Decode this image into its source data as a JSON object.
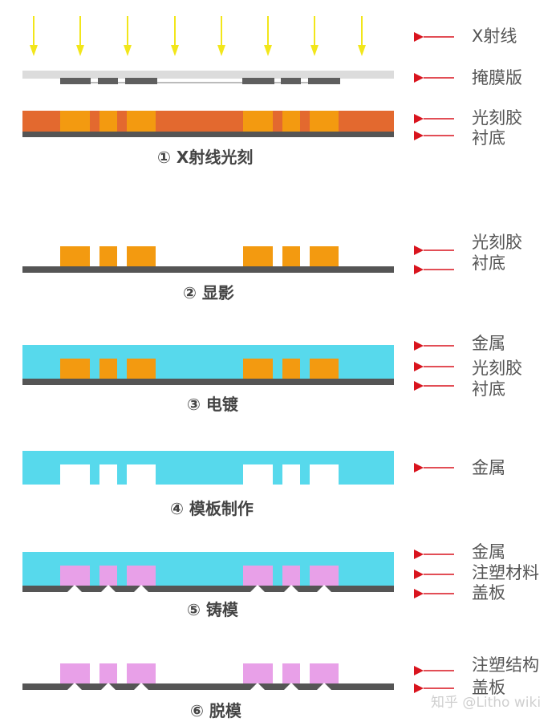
{
  "colors": {
    "metal": "#57d9ec",
    "photoresist": "#f39a10",
    "photoresist_layer": "#e3692f",
    "substrate": "#555555",
    "mask": "#dcdcdc",
    "mask_absorber": "#5f5f5f",
    "molding": "#e8a0e8",
    "xray_arrow": "#f2e61a",
    "pointer_arrow": "#d9141e"
  },
  "steps": [
    {
      "caption": "① X射线光刻",
      "labels": [
        "X射线",
        "掩膜版",
        "光刻胶",
        "衬底"
      ]
    },
    {
      "caption": "② 显影",
      "labels": [
        "光刻胶",
        "衬底"
      ]
    },
    {
      "caption": "③ 电镀",
      "labels": [
        "金属",
        "光刻胶",
        "衬底"
      ]
    },
    {
      "caption": "④ 模板制作",
      "labels": [
        "金属"
      ]
    },
    {
      "caption": "⑤ 铸模",
      "labels": [
        "金属",
        "注塑材料",
        "盖板"
      ]
    },
    {
      "caption": "⑥ 脱模",
      "labels": [
        "注塑结构",
        "盖板"
      ]
    }
  ],
  "watermark": "知乎 @Litho wiki"
}
